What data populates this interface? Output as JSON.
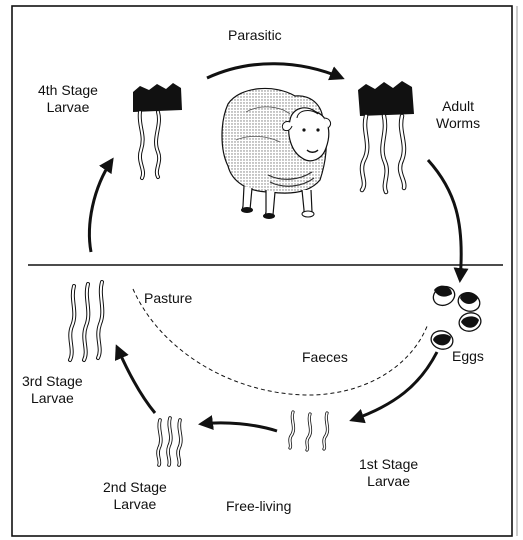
{
  "labels": {
    "parasitic": "Parasitic",
    "free_living": "Free-living",
    "pasture": "Pasture",
    "faeces": "Faeces",
    "eggs": "Eggs",
    "adult_worms": [
      "Adult",
      "Worms"
    ],
    "fourth_stage": [
      "4th Stage",
      "Larvae"
    ],
    "third_stage": [
      "3rd Stage",
      "Larvae"
    ],
    "second_stage": [
      "2nd Stage",
      "Larvae"
    ],
    "first_stage": [
      "1st Stage",
      "Larvae"
    ]
  },
  "colors": {
    "ink": "#111111",
    "background": "#ffffff",
    "sheep_shade": "#bdbdbd"
  }
}
